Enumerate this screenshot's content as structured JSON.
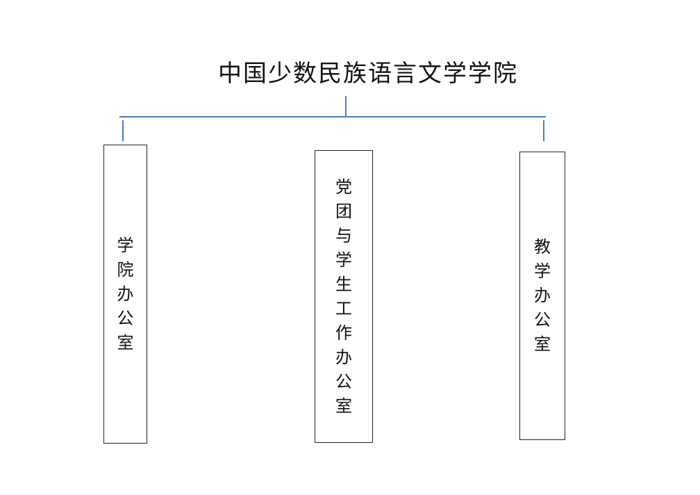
{
  "diagram": {
    "title": "中国少数民族语言文学学院",
    "line_color": "#4a7ab8",
    "departments": [
      {
        "id": "dept-college-office",
        "label": "学院办公室"
      },
      {
        "id": "dept-party-student-office",
        "label": "党团与学生工作办公室"
      },
      {
        "id": "dept-teaching-office",
        "label": "教学办公室"
      }
    ]
  }
}
